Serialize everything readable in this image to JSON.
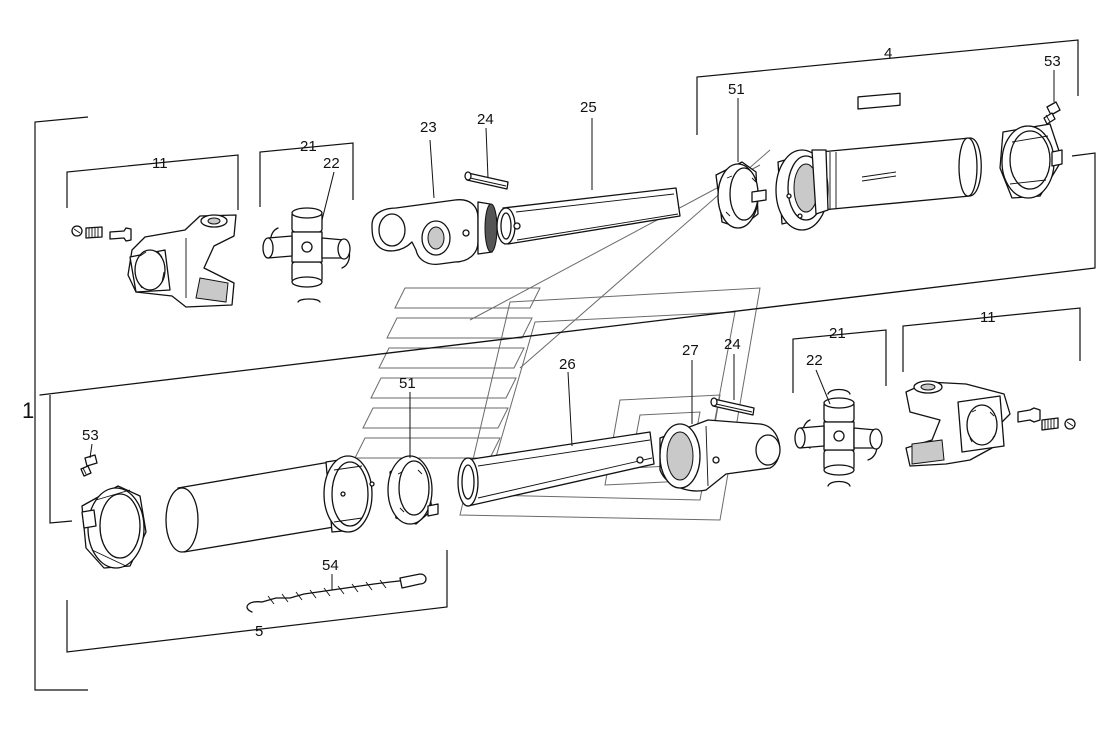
{
  "callouts": {
    "c1": "1",
    "c4": "4",
    "c5": "5",
    "c11_top": "11",
    "c11_bottom": "11",
    "c21_top": "21",
    "c21_bottom": "21",
    "c22_top": "22",
    "c22_bottom": "22",
    "c23": "23",
    "c24_top": "24",
    "c24_bottom": "24",
    "c25": "25",
    "c26": "26",
    "c27": "27",
    "c51_top": "51",
    "c51_bottom": "51",
    "c53_top": "53",
    "c53_bottom": "53",
    "c54": "54"
  },
  "colors": {
    "line": "#111111",
    "watermark": "#6a6a6a",
    "background": "#ffffff"
  }
}
